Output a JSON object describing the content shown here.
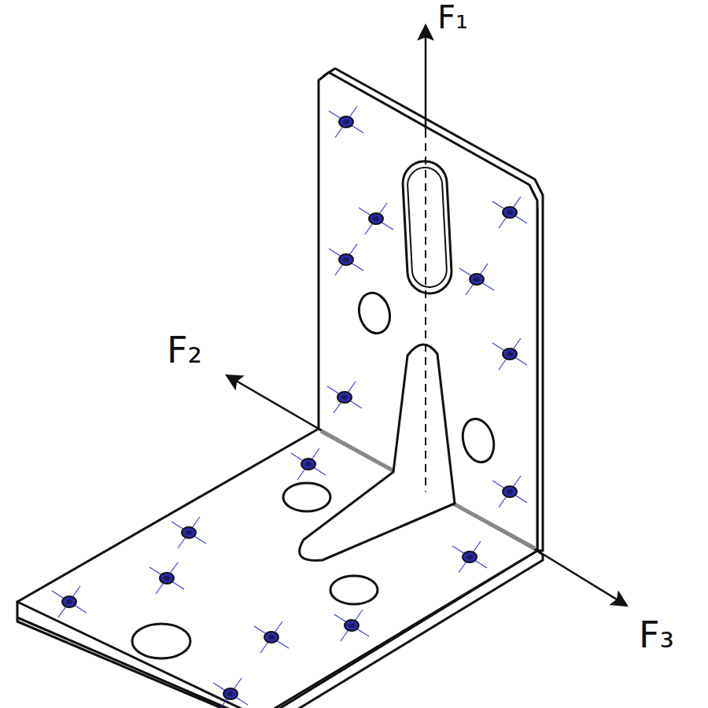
{
  "diagram": {
    "labels": [
      "F₁",
      "F₂",
      "F₃"
    ]
  }
}
